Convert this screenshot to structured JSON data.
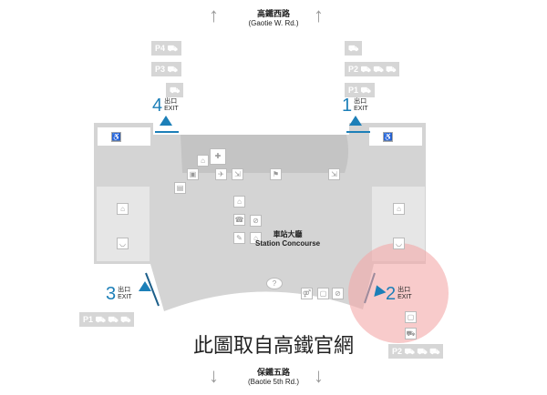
{
  "north_road": {
    "zh": "高鐵西路",
    "en": "(Gaotie W. Rd.)"
  },
  "south_road": {
    "zh": "保鐵五路",
    "en": "(Baotie 5th Rd.)"
  },
  "concourse": {
    "zh": "車站大廳",
    "en": "Station Concourse"
  },
  "watermark": "此圖取自高鐵官網",
  "exits": [
    {
      "number": "4",
      "zh": "出口",
      "en": "EXIT"
    },
    {
      "number": "1",
      "zh": "出口",
      "en": "EXIT"
    },
    {
      "number": "3",
      "zh": "出口",
      "en": "EXIT"
    },
    {
      "number": "2",
      "zh": "出口",
      "en": "EXIT"
    }
  ],
  "parking": {
    "left_top": [
      "P4 ⛟",
      "P3 ⛟",
      "⛟"
    ],
    "right_top": [
      "⛟",
      "P2 ⛟ ⛟ ⛟",
      "P1 ⛟"
    ],
    "bottom_left": "P1 ⛟ ⛟ ⛟",
    "bottom_right": "P2 ⛟ ⛟ ⛟"
  },
  "colors": {
    "exit": "#1c7fb8",
    "building": "#d4d4d4",
    "highlight": "#f4a8a8"
  }
}
